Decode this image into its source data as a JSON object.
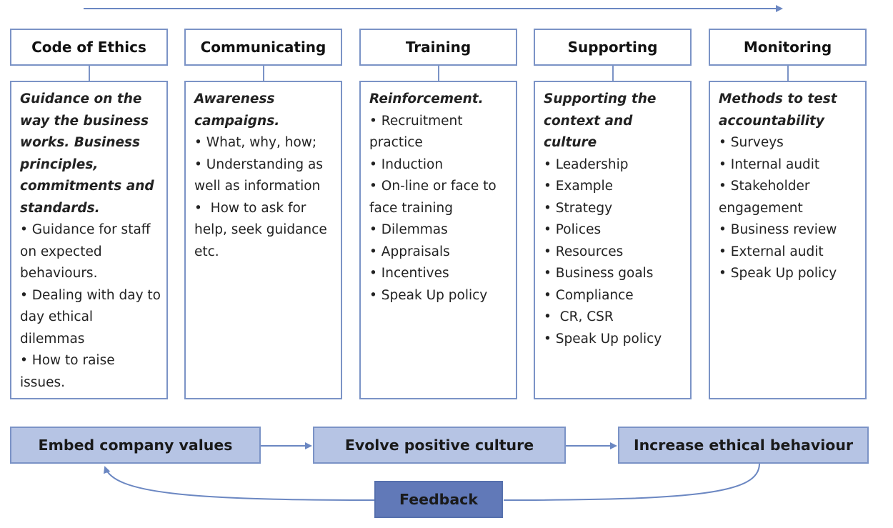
{
  "columns": [
    {
      "title": "Code of Ethics",
      "lead": "Guidance on the\nway the business\nworks.  Business\nprinciples,\ncommitments and\nstandards.",
      "items": [
        "Guidance for staff on expected behaviours.",
        "Dealing with day to day ethical dilemmas",
        "How to raise issues."
      ]
    },
    {
      "title": "Communicating",
      "lead": "Awareness\ncampaigns.",
      "items": [
        "What, why, how;",
        "Understanding as well as information",
        " How to ask for help, seek guidance etc."
      ]
    },
    {
      "title": "Training",
      "lead": "Reinforcement.",
      "items": [
        "Recruitment practice",
        "Induction",
        "On-line or face to face training",
        "Dilemmas",
        "Appraisals",
        "Incentives",
        "Speak Up policy"
      ]
    },
    {
      "title": "Supporting",
      "lead": "Supporting the\ncontext and\nculture",
      "items": [
        "Leadership",
        "Example",
        "Strategy",
        "Polices",
        "Resources",
        "Business goals",
        "Compliance",
        " CR, CSR",
        "Speak Up policy"
      ]
    },
    {
      "title": "Monitoring",
      "lead": "Methods to test\naccountability",
      "items": [
        "Surveys",
        "Internal audit",
        "Stakeholder engagement",
        "Business review",
        "External audit",
        "Speak Up policy"
      ]
    }
  ],
  "flow": {
    "embed": "Embed company values",
    "evolve": "Evolve positive culture",
    "increase": "Increase ethical behaviour",
    "feedback": "Feedback"
  },
  "colors": {
    "border": "#7b93c6",
    "arrow": "#6b87c2",
    "flow_fill": "#b6c4e4",
    "feedback_fill": "#6179b8"
  }
}
